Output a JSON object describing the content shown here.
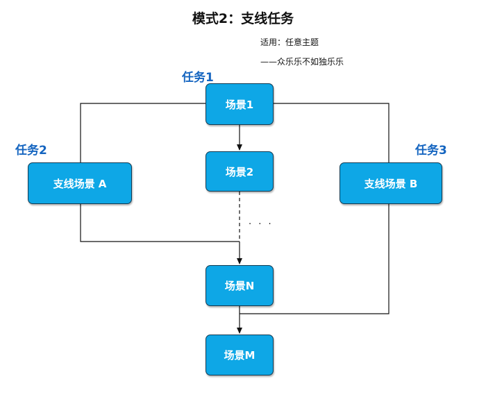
{
  "title": "模式2：支线任务",
  "notes": {
    "applicable": "适用：任意主题",
    "slogan": "——众乐乐不如独乐乐"
  },
  "tasks": {
    "task1": "任务1",
    "task2": "任务2",
    "task3": "任务3"
  },
  "nodes": {
    "scene1": "场景1",
    "scene2": "场景2",
    "branchA": "支线场景 A",
    "branchB": "支线场景 B",
    "sceneN": "场景N",
    "sceneM": "场景M"
  },
  "ellipsis": "· · ·",
  "colors": {
    "node_fill": "#0ea7e6",
    "task_label": "#1565c0",
    "line": "#111111"
  }
}
